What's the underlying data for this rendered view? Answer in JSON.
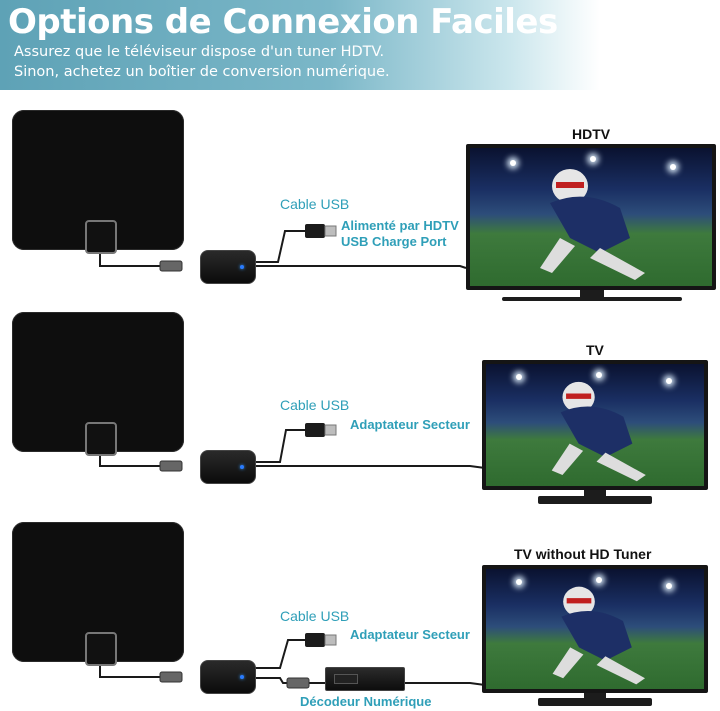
{
  "header": {
    "title": "Options de Connexion Faciles",
    "subtitle_line1": "Assurez que le téléviseur dispose d'un tuner HDTV.",
    "subtitle_line2": "Sinon, achetez un boîtier de conversion numérique."
  },
  "rows": [
    {
      "tv_label": "HDTV",
      "cable_label": "Cable USB",
      "power_line1": "Alimenté par HDTV",
      "power_line2": "USB Charge Port"
    },
    {
      "tv_label": "TV",
      "cable_label": "Cable USB",
      "power_line1": "Adaptateur Secteur"
    },
    {
      "tv_label": "TV without HD Tuner",
      "cable_label": "Cable USB",
      "power_line1": "Adaptateur Secteur",
      "decoder_label": "Décodeur Numérique"
    }
  ],
  "colors": {
    "banner": "#6aaec0",
    "accent_text": "#2f9fb8",
    "led": "#2a7bff"
  },
  "icons": [
    "antenna-panel-icon",
    "amplifier-box-icon",
    "usb-plug-icon",
    "coax-connector-icon",
    "television-icon",
    "decoder-box-icon"
  ]
}
